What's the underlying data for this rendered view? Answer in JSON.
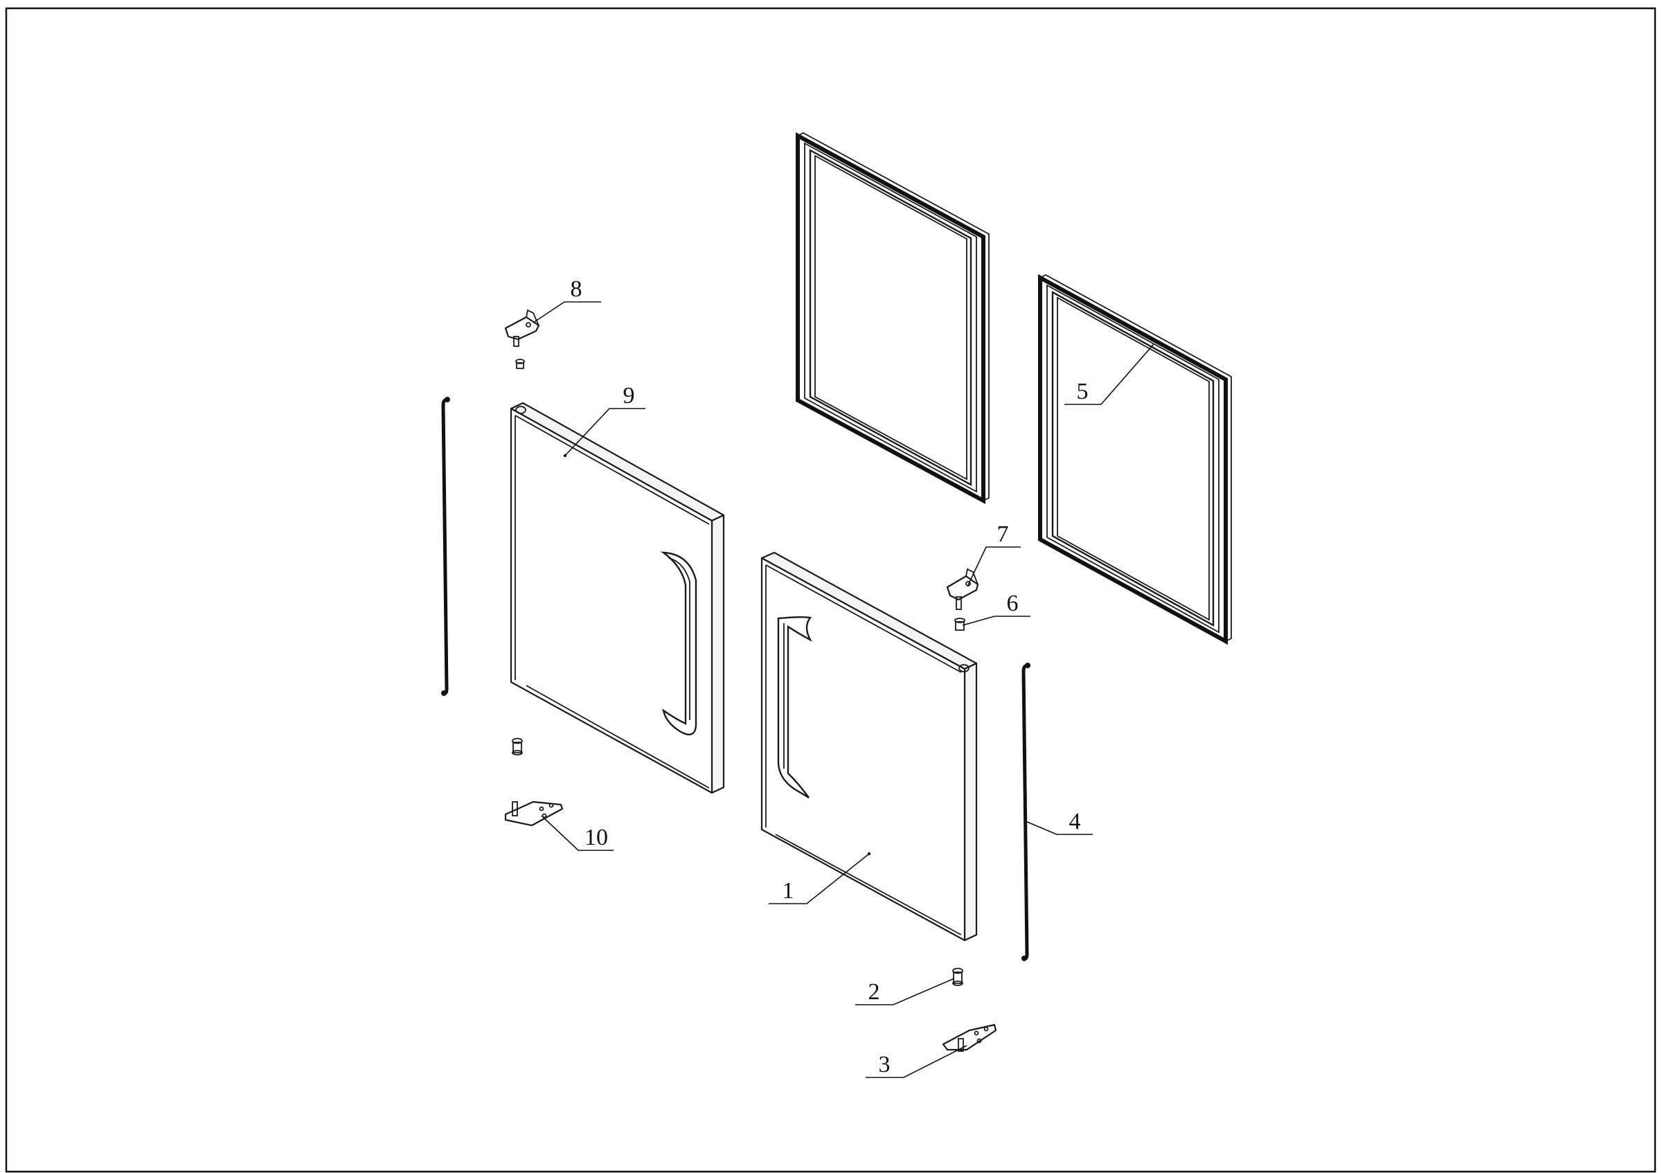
{
  "drawing": {
    "labels": {
      "p1": "1",
      "p2": "2",
      "p3": "3",
      "p4": "4",
      "p5": "5",
      "p6": "6",
      "p7": "7",
      "p8": "8",
      "p9": "9",
      "p10": "10"
    }
  }
}
